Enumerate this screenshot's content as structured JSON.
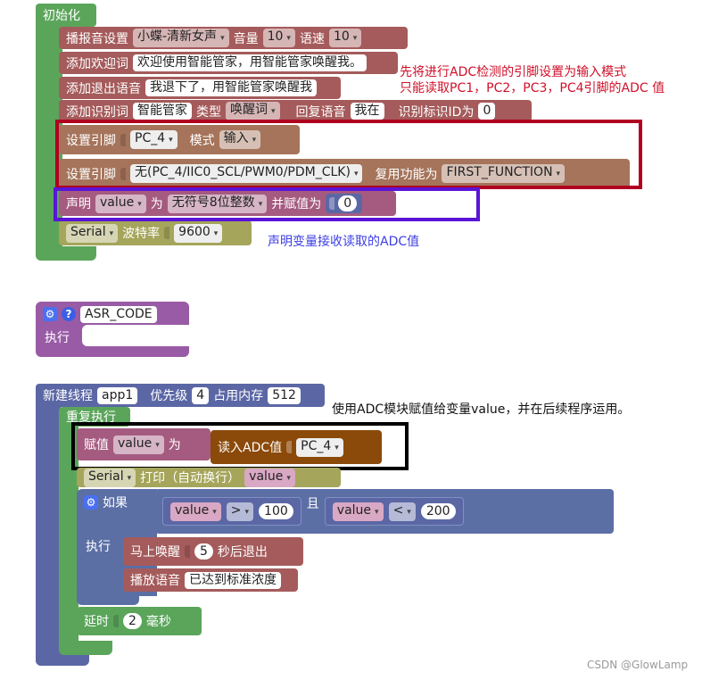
{
  "init": {
    "header": "初始化",
    "tts": {
      "label": "播报音设置",
      "voice": "小蝶-清新女声",
      "volume_label": "音量",
      "volume": "10",
      "speed_label": "语速",
      "speed": "10"
    },
    "welcome": {
      "label": "添加欢迎词",
      "text": "欢迎使用智能管家，用智能管家唤醒我。"
    },
    "exit": {
      "label": "添加退出语音",
      "text": "我退下了，用智能管家唤醒我"
    },
    "recog": {
      "label": "添加识别词",
      "word": "智能管家",
      "type_label": "类型",
      "type": "唤醒词",
      "reply_label": "回复语音",
      "reply": "我在",
      "id_label": "识别标识ID为",
      "id": "0"
    },
    "pin_mode": {
      "label": "设置引脚",
      "pin": "PC_4",
      "mode_label": "模式",
      "mode": "输入"
    },
    "pin_func": {
      "label": "设置引脚",
      "pin": "无(PC_4/IIC0_SCL/PWM0/PDM_CLK)",
      "func_label": "复用功能为",
      "func": "FIRST_FUNCTION"
    },
    "declare": {
      "label": "声明",
      "var": "value",
      "as": "为",
      "type": "无符号8位整数",
      "assign": "并赋值为",
      "value": "0"
    },
    "serial": {
      "label": "Serial",
      "baud_label": "波特率",
      "baud": "9600"
    }
  },
  "asr": {
    "name": "ASR_CODE",
    "exec": "执行"
  },
  "thread": {
    "header_label": "新建线程",
    "name": "app1",
    "priority_label": "优先级",
    "priority": "4",
    "mem_label": "占用内存",
    "mem": "512",
    "repeat": "重复执行",
    "assign": {
      "label": "赋值",
      "var": "value",
      "as": "为",
      "read_label": "读入ADC值",
      "pin": "PC_4"
    },
    "print": {
      "serial": "Serial",
      "label": "打印（自动换行）",
      "var": "value"
    },
    "if": {
      "label": "如果",
      "var1": "value",
      "op1": ">",
      "num1": "100",
      "and": "且",
      "var2": "value",
      "op2": "<",
      "num2": "200"
    },
    "do": "执行",
    "wake": {
      "label": "马上唤醒",
      "sec": "5",
      "suffix": "秒后退出"
    },
    "play": {
      "label": "播放语音",
      "text": "已达到标准浓度"
    },
    "delay": {
      "label": "延时",
      "value": "2",
      "unit": "毫秒"
    }
  },
  "notes": {
    "red1": "先将进行ADC检测的引脚设置为输入模式",
    "red2": "只能读取PC1，PC2，PC3，PC4引脚的ADC 值",
    "purple": "声明变量接收读取的ADC值",
    "black": "使用ADC模块赋值给变量value，并在后续程序运用。"
  },
  "watermark": "CSDN @GlowLamp",
  "colors": {
    "init_green": "#5ba55b",
    "speech_red": "#a55b5b",
    "pin_brown": "#a5745b",
    "var_purple": "#a55b80",
    "serial_olive": "#a5a55b",
    "proc_purple": "#995ba5",
    "thread_blue": "#5b67a5",
    "logic_blue": "#5b6fa5",
    "adc_orange": "#8b4a0a",
    "annot_red": "#c00020",
    "annot_purple": "#5a14d8",
    "annot_blue": "#3d3de6"
  }
}
